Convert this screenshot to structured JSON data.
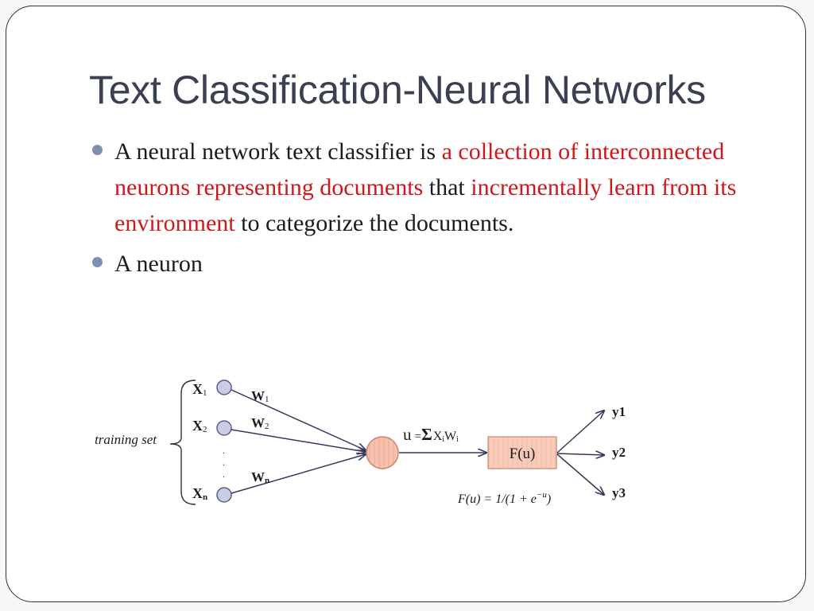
{
  "slide": {
    "title": "Text Classification-Neural Networks",
    "bullets": [
      {
        "parts": [
          {
            "text": "A neural network text classifier is ",
            "highlight": false
          },
          {
            "text": "a collection of interconnected neurons representing documents",
            "highlight": true
          },
          {
            "text": " that ",
            "highlight": false
          },
          {
            "text": "incrementally learn from its environment",
            "highlight": true
          },
          {
            "text": " to categorize the documents.",
            "highlight": false
          }
        ]
      },
      {
        "parts": [
          {
            "text": "A neuron",
            "highlight": false
          }
        ]
      }
    ]
  },
  "diagram": {
    "training_label": "training set",
    "inputs": [
      {
        "base": "X",
        "sub": "1"
      },
      {
        "base": "X",
        "sub": "2"
      },
      {
        "base": "X",
        "sub": "n"
      }
    ],
    "weights": [
      {
        "base": "W",
        "sub": "1"
      },
      {
        "base": "W",
        "sub": "2"
      },
      {
        "base": "W",
        "sub": "n"
      }
    ],
    "ellipsis_dots": ".",
    "sum_formula": {
      "lhs": "u",
      "eq": "=",
      "sigma": "Σ",
      "x": "X",
      "i1": "i",
      "w": "W",
      "i2": "i"
    },
    "activation_label": "F(u)",
    "activation_formula": "F(u) = 1/(1 + e",
    "activation_exponent": "−u",
    "activation_close": ")",
    "outputs": [
      "y1",
      "y2",
      "y3"
    ]
  },
  "colors": {
    "title": "#3b3f52",
    "highlight": "#d0171b",
    "bullet": "#7f8fb1",
    "input_node_fill": "#c9cde6",
    "neuron_fill": "#f7c1ad",
    "neuron_stroke": "#c8856c",
    "activation_fill": "#f9cbbb",
    "arrow": "#34385e"
  }
}
